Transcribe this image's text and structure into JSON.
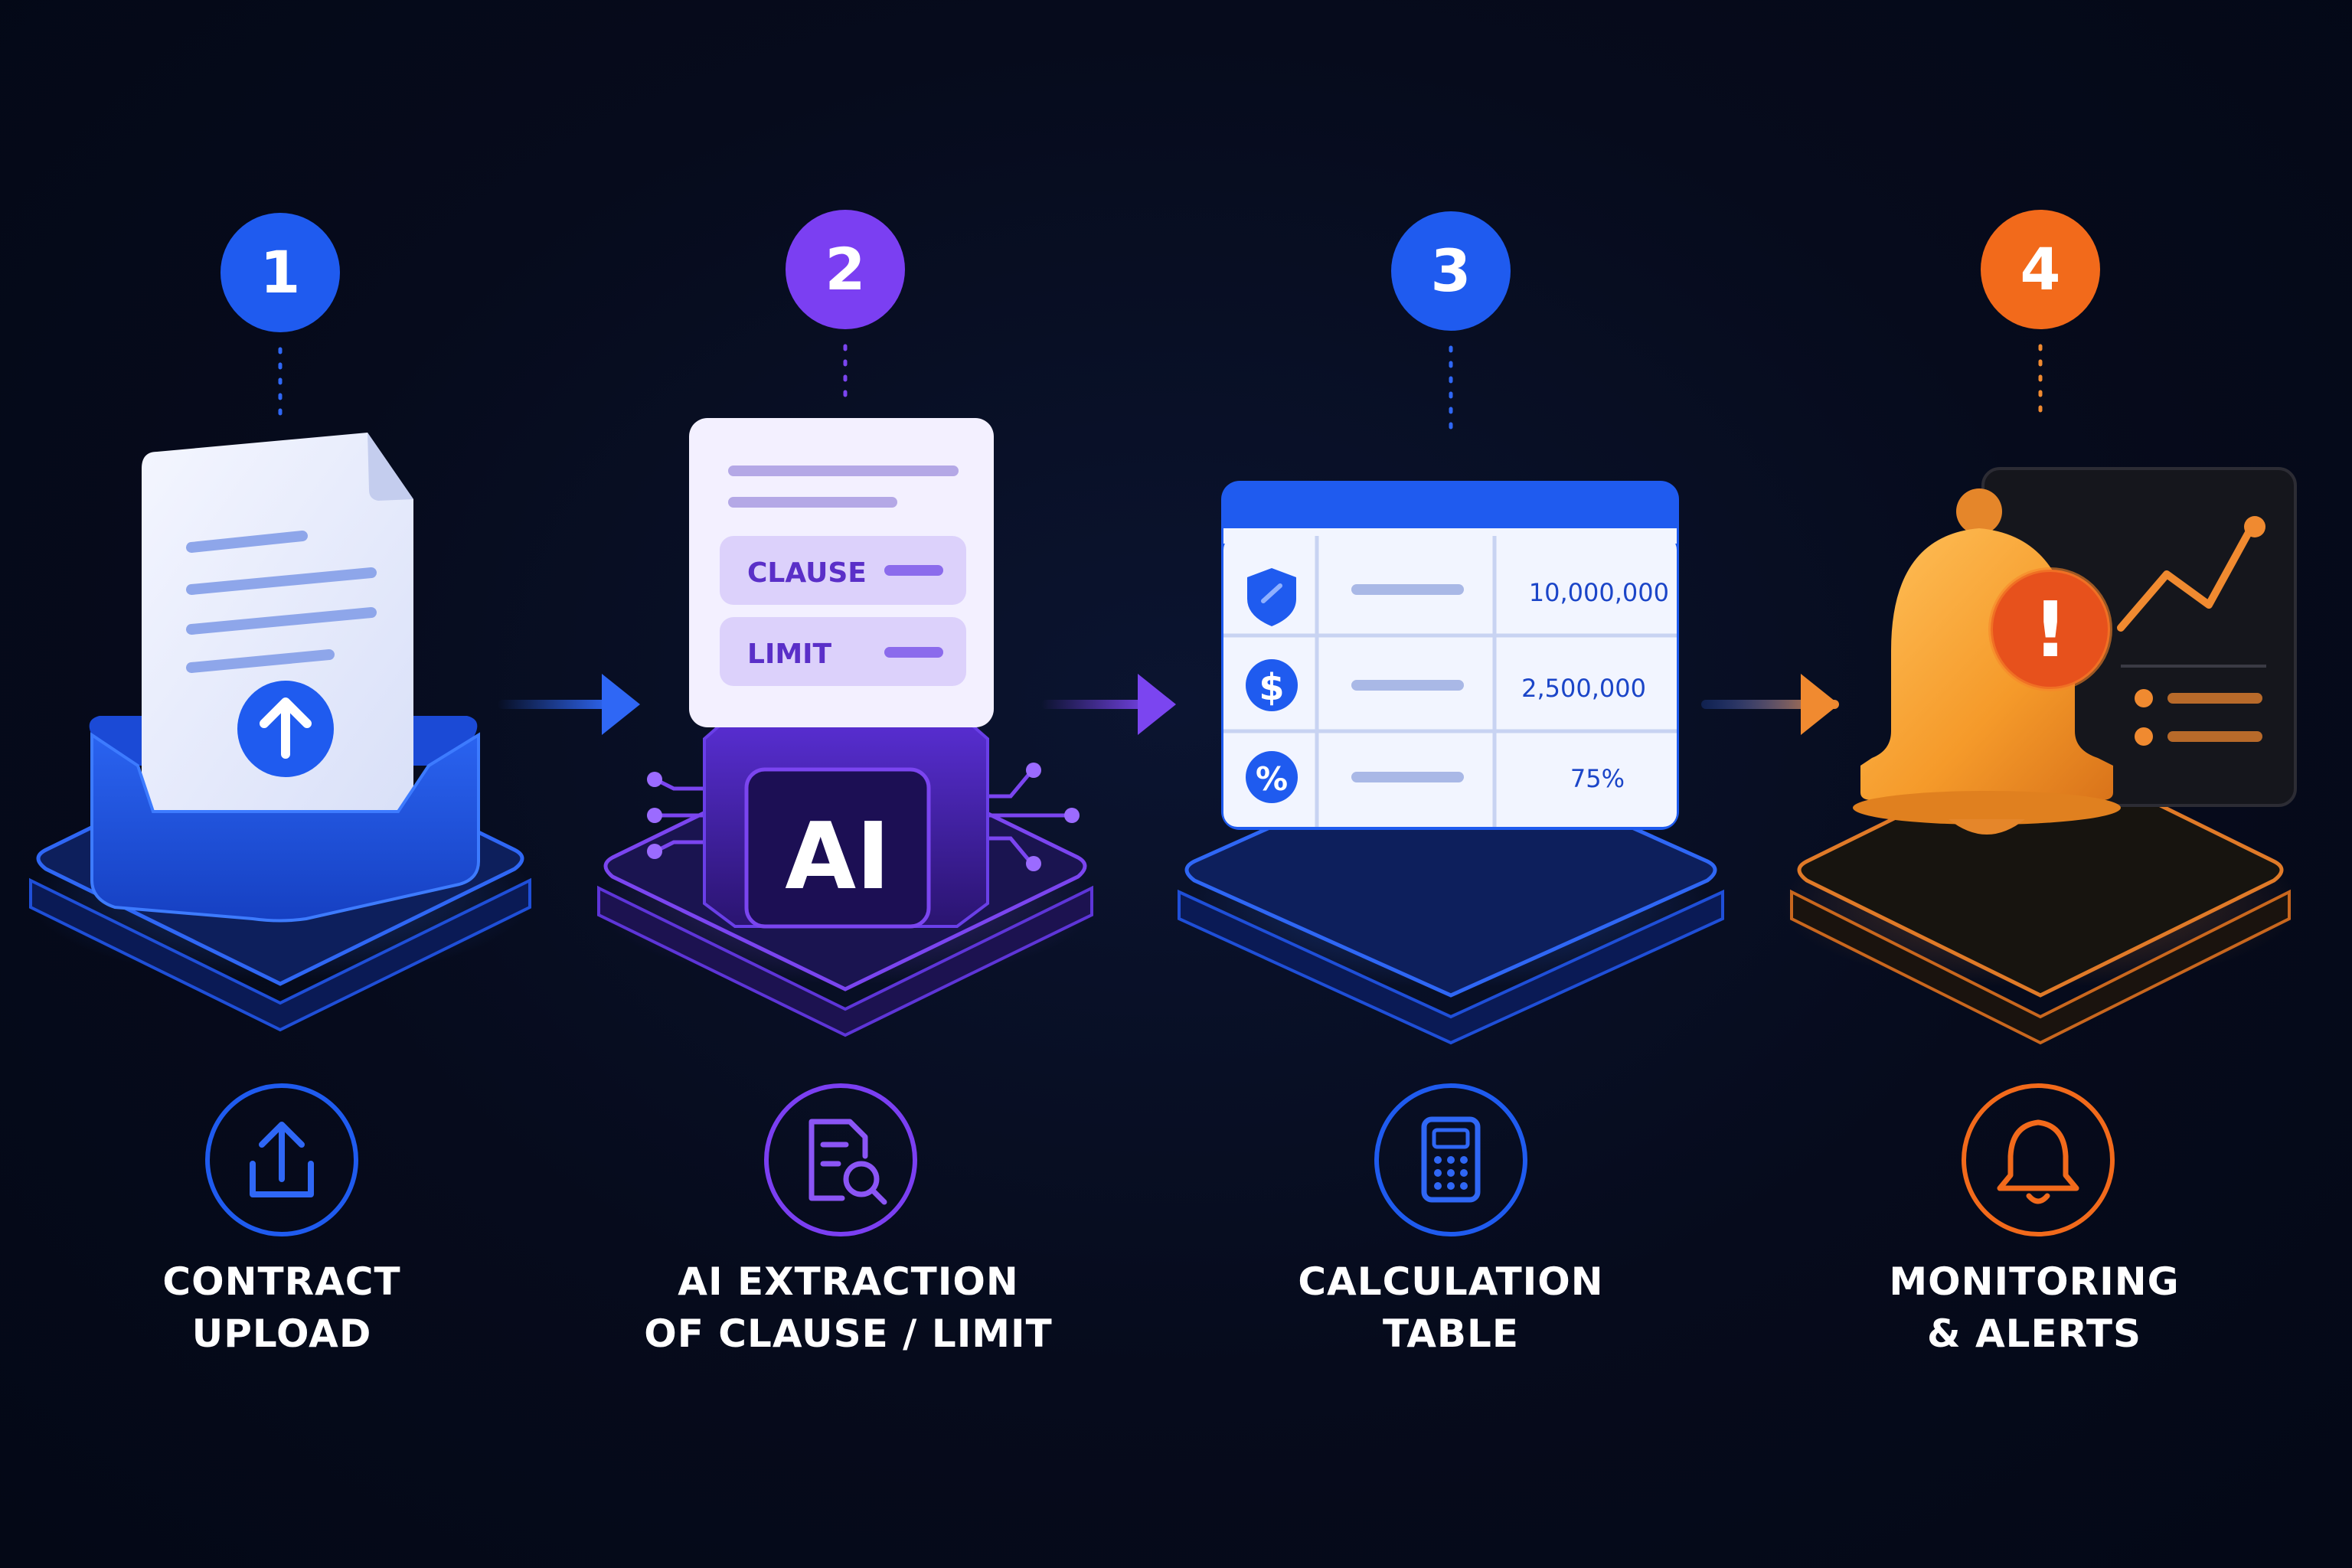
{
  "colors": {
    "background": "#050a1a",
    "step1": "#1f5bef",
    "step2": "#7b3ff2",
    "step3": "#1f5bef",
    "step4": "#f26a1b",
    "arrow_blue": "#2f67f5",
    "arrow_purple": "#7b45f0",
    "arrow_orange": "#f08a30"
  },
  "steps": [
    {
      "number": "1",
      "title_line1": "CONTRACT",
      "title_line2": "UPLOAD",
      "icon": "upload-icon",
      "illustration": "document-in-tray"
    },
    {
      "number": "2",
      "title_line1": "AI EXTRACTION",
      "title_line2": "OF CLAUSE / LIMIT",
      "icon": "document-search-icon",
      "illustration": "ai-chip",
      "card": {
        "tag1": "CLAUSE",
        "tag2": "LIMIT",
        "chip_label": "AI"
      }
    },
    {
      "number": "3",
      "title_line1": "CALCULATION",
      "title_line2": "TABLE",
      "icon": "calculator-icon",
      "illustration": "calculation-table",
      "table": [
        {
          "icon": "shield-icon",
          "value": "10,000,000"
        },
        {
          "icon": "dollar-icon",
          "value": "2,500,000"
        },
        {
          "icon": "percent-icon",
          "value": "75%"
        }
      ]
    },
    {
      "number": "4",
      "title_line1": "MONITORING",
      "title_line2": "& ALERTS",
      "icon": "bell-icon",
      "illustration": "alert-bell-with-chart",
      "alert_symbol": "!"
    }
  ]
}
